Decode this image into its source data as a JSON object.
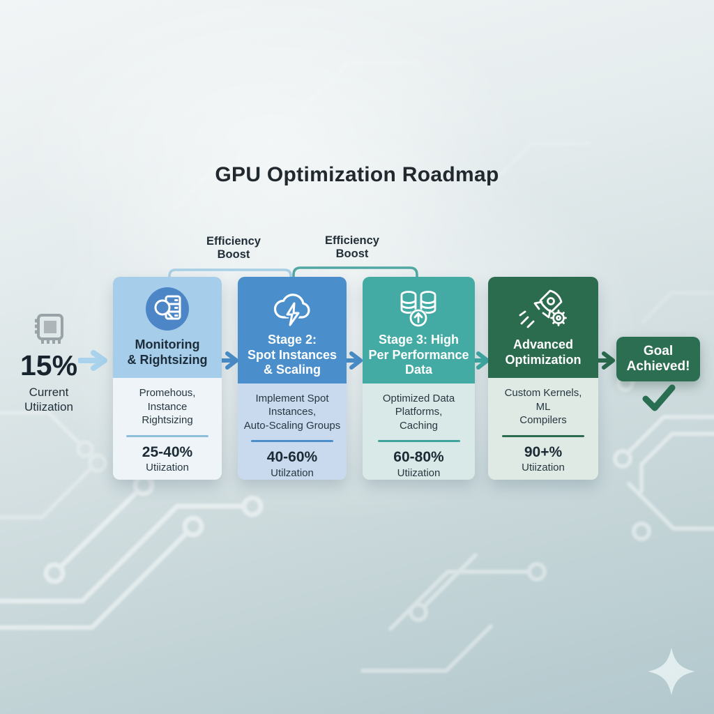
{
  "title": "GPU Optimization Roadmap",
  "current": {
    "value": "15%",
    "label": "Current\nUtiization"
  },
  "flow": {
    "efficiency_boost_1": "Efficiency\nBoost",
    "efficiency_boost_2": "Efficiency\nBoost"
  },
  "stages": [
    {
      "title": "Monitoring\n& Rightsizing",
      "icon": "magnifier-server-icon",
      "description": "Promehous,\nInstance\nRightsizing",
      "utilization_range": "25-40%",
      "utilization_label": "Utiization",
      "colors": {
        "header_bg": "#a6cde9",
        "header_text": "#1d2c3a",
        "body_bg": "#eef4f7",
        "divider": "#8cc0da"
      }
    },
    {
      "title": "Stage 2:\nSpot Instances\n& Scaling",
      "icon": "cloud-lightning-icon",
      "description": "Implement Spot\nInstances,\nAuto-Scaling Groups",
      "utilization_range": "40-60%",
      "utilization_label": "Utilzation",
      "colors": {
        "header_bg": "#4a8fcb",
        "header_text": "#ffffff",
        "body_bg": "#c9daee",
        "divider": "#4a8fcb"
      }
    },
    {
      "title": "Stage 3: High\nPer Performance\nData",
      "icon": "database-upload-icon",
      "description": "Optimized Data\nPlatforms,\nCaching",
      "utilization_range": "60-80%",
      "utilization_label": "Utiization",
      "colors": {
        "header_bg": "#44aaa4",
        "header_text": "#ffffff",
        "body_bg": "#d9e9e7",
        "divider": "#3fa49d"
      }
    },
    {
      "title": "Advanced\nOptimization",
      "icon": "rocket-gear-icon",
      "description": "Custom Kernels,\nML\nCompilers",
      "utilization_range": "90+%",
      "utilization_label": "Utiization",
      "colors": {
        "header_bg": "#2b6b4e",
        "header_text": "#ffffff",
        "body_bg": "#dfeae5",
        "divider": "#2b6b4e"
      }
    }
  ],
  "goal": {
    "label": "Goal\nAchieved!",
    "bg": "#2c6e51"
  },
  "colors": {
    "title_text": "#21292f",
    "arrow_light_blue": "#a9d2ec",
    "arrow_blue": "#4a8fcb",
    "arrow_teal": "#3faaa3",
    "arrow_green": "#2b6b4e",
    "bracket_blue": "#a8cfe6",
    "bracket_teal": "#52a8a2",
    "check_green": "#2a6e52",
    "chip_gray": "#99a2a7"
  }
}
